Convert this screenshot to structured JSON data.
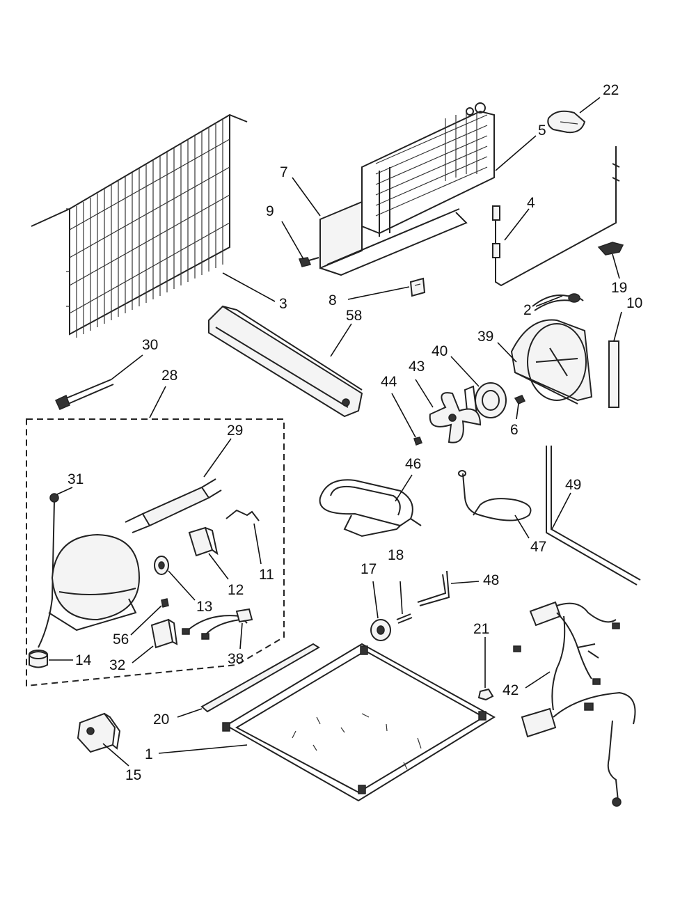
{
  "parts": [
    {
      "id": "callout-22",
      "label": "22"
    },
    {
      "id": "callout-5",
      "label": "5"
    },
    {
      "id": "callout-7",
      "label": "7"
    },
    {
      "id": "callout-4",
      "label": "4"
    },
    {
      "id": "callout-9",
      "label": "9"
    },
    {
      "id": "callout-3",
      "label": "3"
    },
    {
      "id": "callout-8",
      "label": "8"
    },
    {
      "id": "callout-19",
      "label": "19"
    },
    {
      "id": "callout-2",
      "label": "2"
    },
    {
      "id": "callout-10",
      "label": "10"
    },
    {
      "id": "callout-58",
      "label": "58"
    },
    {
      "id": "callout-30",
      "label": "30"
    },
    {
      "id": "callout-39",
      "label": "39"
    },
    {
      "id": "callout-40",
      "label": "40"
    },
    {
      "id": "callout-28",
      "label": "28"
    },
    {
      "id": "callout-43",
      "label": "43"
    },
    {
      "id": "callout-44",
      "label": "44"
    },
    {
      "id": "callout-6",
      "label": "6"
    },
    {
      "id": "callout-29",
      "label": "29"
    },
    {
      "id": "callout-46",
      "label": "46"
    },
    {
      "id": "callout-49",
      "label": "49"
    },
    {
      "id": "callout-31",
      "label": "31"
    },
    {
      "id": "callout-11",
      "label": "11"
    },
    {
      "id": "callout-12",
      "label": "12"
    },
    {
      "id": "callout-47",
      "label": "47"
    },
    {
      "id": "callout-13",
      "label": "13"
    },
    {
      "id": "callout-17",
      "label": "17"
    },
    {
      "id": "callout-18",
      "label": "18"
    },
    {
      "id": "callout-48",
      "label": "48"
    },
    {
      "id": "callout-56",
      "label": "56"
    },
    {
      "id": "callout-32",
      "label": "32"
    },
    {
      "id": "callout-38",
      "label": "38"
    },
    {
      "id": "callout-14",
      "label": "14"
    },
    {
      "id": "callout-21",
      "label": "21"
    },
    {
      "id": "callout-42",
      "label": "42"
    },
    {
      "id": "callout-20",
      "label": "20"
    },
    {
      "id": "callout-1",
      "label": "1"
    },
    {
      "id": "callout-15",
      "label": "15"
    }
  ]
}
